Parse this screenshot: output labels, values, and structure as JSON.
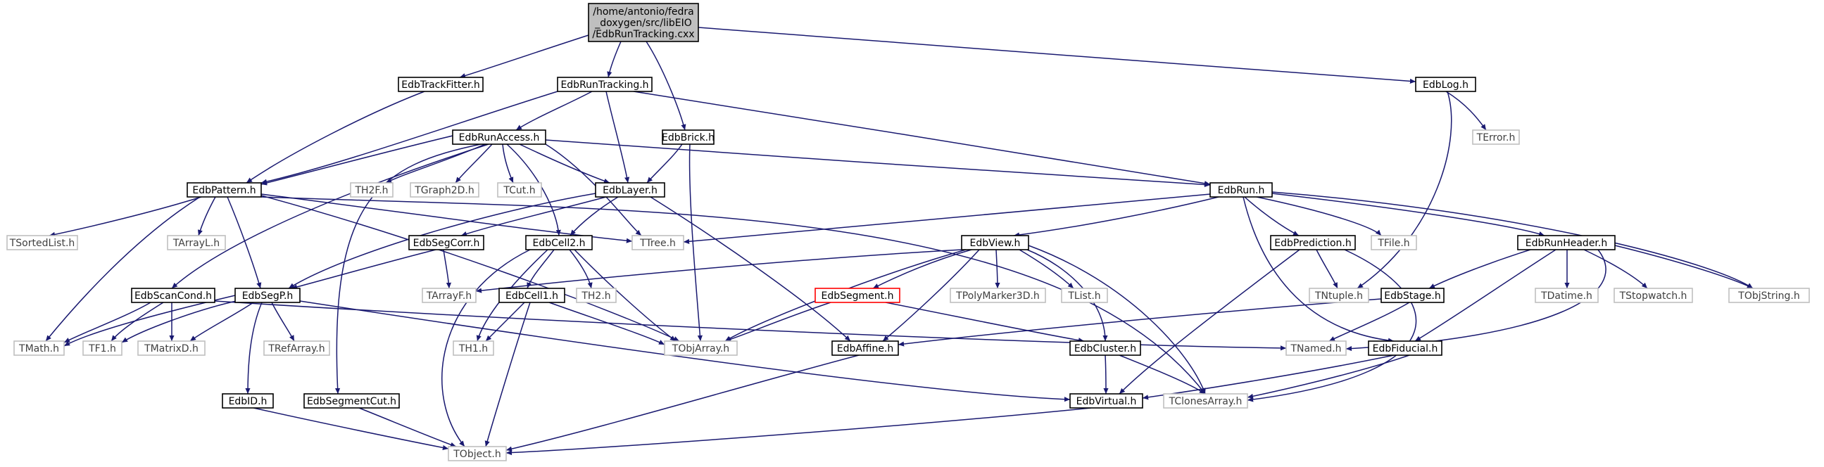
{
  "diagram": {
    "colors": {
      "edge": "#191970",
      "node_border": "#000000",
      "node_text": "#000000",
      "external_border": "#bfbfbf",
      "external_text": "#404040",
      "root_fill": "#bfbfbf",
      "highlight_border": "#ff0000"
    },
    "nodes": [
      {
        "id": "root",
        "lines": [
          "/home/antonio/fedra",
          "_doxygen/src/libEIO",
          "/EdbRunTracking.cxx"
        ],
        "kind": "root"
      },
      {
        "id": "trackfitter",
        "lines": [
          "EdbTrackFitter.h"
        ],
        "kind": "normal"
      },
      {
        "id": "runtracking",
        "lines": [
          "EdbRunTracking.h"
        ],
        "kind": "normal"
      },
      {
        "id": "log",
        "lines": [
          "EdbLog.h"
        ],
        "kind": "normal"
      },
      {
        "id": "brick",
        "lines": [
          "EdbBrick.h"
        ],
        "kind": "normal"
      },
      {
        "id": "runaccess",
        "lines": [
          "EdbRunAccess.h"
        ],
        "kind": "normal"
      },
      {
        "id": "terror",
        "lines": [
          "TError.h"
        ],
        "kind": "external"
      },
      {
        "id": "pattern",
        "lines": [
          "EdbPattern.h"
        ],
        "kind": "normal"
      },
      {
        "id": "th2f",
        "lines": [
          "TH2F.h"
        ],
        "kind": "external"
      },
      {
        "id": "tgraph2d",
        "lines": [
          "TGraph2D.h"
        ],
        "kind": "external"
      },
      {
        "id": "tcut",
        "lines": [
          "TCut.h"
        ],
        "kind": "external"
      },
      {
        "id": "layer",
        "lines": [
          "EdbLayer.h"
        ],
        "kind": "normal"
      },
      {
        "id": "run",
        "lines": [
          "EdbRun.h"
        ],
        "kind": "normal"
      },
      {
        "id": "tsortedlist",
        "lines": [
          "TSortedList.h"
        ],
        "kind": "external"
      },
      {
        "id": "tarrayl",
        "lines": [
          "TArrayL.h"
        ],
        "kind": "external"
      },
      {
        "id": "segcorr",
        "lines": [
          "EdbSegCorr.h"
        ],
        "kind": "normal"
      },
      {
        "id": "cell2",
        "lines": [
          "EdbCell2.h"
        ],
        "kind": "normal"
      },
      {
        "id": "ttree",
        "lines": [
          "TTree.h"
        ],
        "kind": "external"
      },
      {
        "id": "view",
        "lines": [
          "EdbView.h"
        ],
        "kind": "normal"
      },
      {
        "id": "prediction",
        "lines": [
          "EdbPrediction.h"
        ],
        "kind": "normal"
      },
      {
        "id": "tfile",
        "lines": [
          "TFile.h"
        ],
        "kind": "external"
      },
      {
        "id": "runheader",
        "lines": [
          "EdbRunHeader.h"
        ],
        "kind": "normal"
      },
      {
        "id": "scancond",
        "lines": [
          "EdbScanCond.h"
        ],
        "kind": "normal"
      },
      {
        "id": "segp",
        "lines": [
          "EdbSegP.h"
        ],
        "kind": "normal"
      },
      {
        "id": "tarrayf",
        "lines": [
          "TArrayF.h"
        ],
        "kind": "external"
      },
      {
        "id": "cell1",
        "lines": [
          "EdbCell1.h"
        ],
        "kind": "normal"
      },
      {
        "id": "th2",
        "lines": [
          "TH2.h"
        ],
        "kind": "external"
      },
      {
        "id": "segment",
        "lines": [
          "EdbSegment.h"
        ],
        "kind": "highlight"
      },
      {
        "id": "tpolymarker3d",
        "lines": [
          "TPolyMarker3D.h"
        ],
        "kind": "external"
      },
      {
        "id": "tlist",
        "lines": [
          "TList.h"
        ],
        "kind": "external"
      },
      {
        "id": "tntuple",
        "lines": [
          "TNtuple.h"
        ],
        "kind": "external"
      },
      {
        "id": "stage",
        "lines": [
          "EdbStage.h"
        ],
        "kind": "normal"
      },
      {
        "id": "tdatime",
        "lines": [
          "TDatime.h"
        ],
        "kind": "external"
      },
      {
        "id": "tstopwatch",
        "lines": [
          "TStopwatch.h"
        ],
        "kind": "external"
      },
      {
        "id": "tobjstring",
        "lines": [
          "TObjString.h"
        ],
        "kind": "external"
      },
      {
        "id": "tmath",
        "lines": [
          "TMath.h"
        ],
        "kind": "external"
      },
      {
        "id": "tf1",
        "lines": [
          "TF1.h"
        ],
        "kind": "external"
      },
      {
        "id": "tmatrixd",
        "lines": [
          "TMatrixD.h"
        ],
        "kind": "external"
      },
      {
        "id": "trefarray",
        "lines": [
          "TRefArray.h"
        ],
        "kind": "external"
      },
      {
        "id": "th1",
        "lines": [
          "TH1.h"
        ],
        "kind": "external"
      },
      {
        "id": "tobjarray",
        "lines": [
          "TObjArray.h"
        ],
        "kind": "external"
      },
      {
        "id": "affine",
        "lines": [
          "EdbAffine.h"
        ],
        "kind": "normal"
      },
      {
        "id": "cluster",
        "lines": [
          "EdbCluster.h"
        ],
        "kind": "normal"
      },
      {
        "id": "tnamed",
        "lines": [
          "TNamed.h"
        ],
        "kind": "external"
      },
      {
        "id": "fiducial",
        "lines": [
          "EdbFiducial.h"
        ],
        "kind": "normal"
      },
      {
        "id": "id",
        "lines": [
          "EdbID.h"
        ],
        "kind": "normal"
      },
      {
        "id": "segmentcut",
        "lines": [
          "EdbSegmentCut.h"
        ],
        "kind": "normal"
      },
      {
        "id": "virtual",
        "lines": [
          "EdbVirtual.h"
        ],
        "kind": "normal"
      },
      {
        "id": "tclonesarray",
        "lines": [
          "TClonesArray.h"
        ],
        "kind": "external"
      },
      {
        "id": "tobject",
        "lines": [
          "TObject.h"
        ],
        "kind": "external"
      }
    ],
    "edges": [
      [
        "root",
        "trackfitter"
      ],
      [
        "root",
        "runtracking"
      ],
      [
        "root",
        "log"
      ],
      [
        "root",
        "brick"
      ],
      [
        "trackfitter",
        "pattern"
      ],
      [
        "runtracking",
        "runaccess"
      ],
      [
        "runtracking",
        "layer"
      ],
      [
        "runtracking",
        "pattern"
      ],
      [
        "runtracking",
        "run"
      ],
      [
        "log",
        "terror"
      ],
      [
        "log",
        "tntuple"
      ],
      [
        "brick",
        "layer"
      ],
      [
        "brick",
        "tobjarray"
      ],
      [
        "runaccess",
        "pattern"
      ],
      [
        "runaccess",
        "th2f"
      ],
      [
        "runaccess",
        "tgraph2d"
      ],
      [
        "runaccess",
        "tcut"
      ],
      [
        "runaccess",
        "layer"
      ],
      [
        "runaccess",
        "run"
      ],
      [
        "runaccess",
        "cell2"
      ],
      [
        "runaccess",
        "scancond"
      ],
      [
        "runaccess",
        "segmentcut"
      ],
      [
        "runaccess",
        "ttree"
      ],
      [
        "pattern",
        "tsortedlist"
      ],
      [
        "pattern",
        "tarrayl"
      ],
      [
        "pattern",
        "segp"
      ],
      [
        "pattern",
        "tmath"
      ],
      [
        "pattern",
        "ttree"
      ],
      [
        "pattern",
        "tobjarray"
      ],
      [
        "pattern",
        "tclonesarray"
      ],
      [
        "layer",
        "segcorr"
      ],
      [
        "layer",
        "cell2"
      ],
      [
        "layer",
        "affine"
      ],
      [
        "layer",
        "segp"
      ],
      [
        "run",
        "view"
      ],
      [
        "run",
        "prediction"
      ],
      [
        "run",
        "tfile"
      ],
      [
        "run",
        "runheader"
      ],
      [
        "run",
        "ttree"
      ],
      [
        "run",
        "tobjstring"
      ],
      [
        "run",
        "fiducial"
      ],
      [
        "segcorr",
        "segp"
      ],
      [
        "segcorr",
        "tarrayf"
      ],
      [
        "cell2",
        "cell1"
      ],
      [
        "cell2",
        "th2"
      ],
      [
        "cell2",
        "th1"
      ],
      [
        "cell2",
        "tobjarray"
      ],
      [
        "cell2",
        "tobject"
      ],
      [
        "view",
        "segment"
      ],
      [
        "view",
        "tpolymarker3d"
      ],
      [
        "view",
        "tlist"
      ],
      [
        "view",
        "tarrayf"
      ],
      [
        "view",
        "tobjarray"
      ],
      [
        "view",
        "affine"
      ],
      [
        "view",
        "cluster"
      ],
      [
        "view",
        "tclonesarray"
      ],
      [
        "prediction",
        "tntuple"
      ],
      [
        "prediction",
        "virtual"
      ],
      [
        "prediction",
        "tclonesarray"
      ],
      [
        "runheader",
        "stage"
      ],
      [
        "runheader",
        "tdatime"
      ],
      [
        "runheader",
        "tstopwatch"
      ],
      [
        "runheader",
        "tobjstring"
      ],
      [
        "runheader",
        "fiducial"
      ],
      [
        "runheader",
        "tnamed"
      ],
      [
        "scancond",
        "tmath"
      ],
      [
        "scancond",
        "tf1"
      ],
      [
        "scancond",
        "tmatrixd"
      ],
      [
        "scancond",
        "tnamed"
      ],
      [
        "segp",
        "tmath"
      ],
      [
        "segp",
        "tf1"
      ],
      [
        "segp",
        "tmatrixd"
      ],
      [
        "segp",
        "trefarray"
      ],
      [
        "segp",
        "id"
      ],
      [
        "segp",
        "virtual"
      ],
      [
        "cell1",
        "th1"
      ],
      [
        "cell1",
        "tobjarray"
      ],
      [
        "cell1",
        "tobject"
      ],
      [
        "segment",
        "tobjarray"
      ],
      [
        "segment",
        "cluster"
      ],
      [
        "stage",
        "tnamed"
      ],
      [
        "stage",
        "affine"
      ],
      [
        "affine",
        "tobject"
      ],
      [
        "cluster",
        "virtual"
      ],
      [
        "cluster",
        "tclonesarray"
      ],
      [
        "fiducial",
        "virtual"
      ],
      [
        "fiducial",
        "tclonesarray"
      ],
      [
        "id",
        "tobject"
      ],
      [
        "segmentcut",
        "tobject"
      ],
      [
        "virtual",
        "tobject"
      ]
    ]
  }
}
